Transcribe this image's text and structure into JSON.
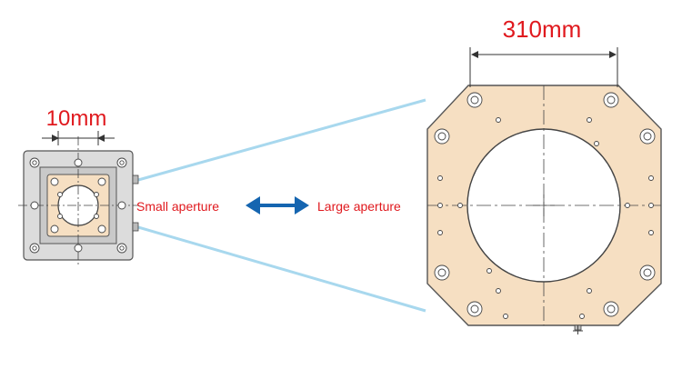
{
  "labels": {
    "small_dimension": "10mm",
    "large_dimension": "310mm",
    "small_aperture": "Small aperture",
    "large_aperture": "Large aperture"
  },
  "colors": {
    "label_red": "#e0191e",
    "arrow_blue": "#1565b0",
    "projection_line": "#a8d8ee",
    "plate_tan": "#f6dfc2",
    "body_gray": "#dcdcdc"
  },
  "icons": {
    "double_arrow": "double-headed-arrow-icon"
  }
}
